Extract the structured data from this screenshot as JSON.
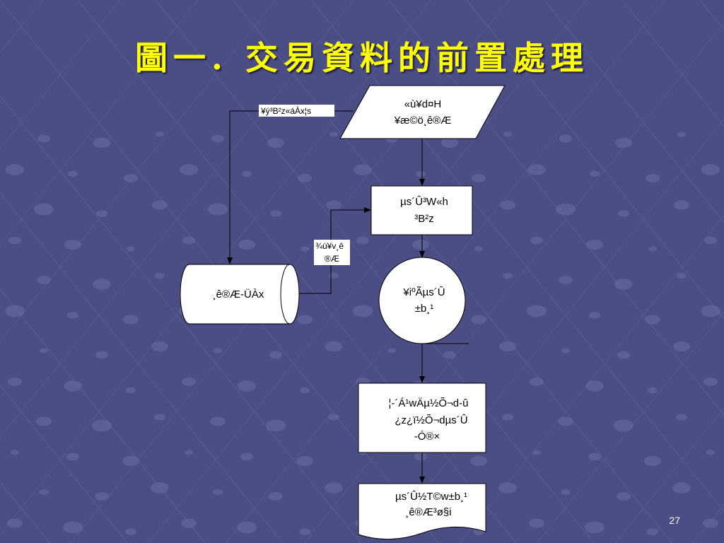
{
  "slide": {
    "title": "圖一.   交易資料的前置處理",
    "page_number": "27"
  },
  "flowchart": {
    "nodes": {
      "input": {
        "lines": [
          "«ù¥d¤H",
          "¥æ©ö¸ê®Æ"
        ]
      },
      "process1": {
        "lines": [
          "µs´Û³W«h",
          "³B²z"
        ]
      },
      "decision": {
        "lines": [
          "¥iºÃµs´Û",
          "±b¸¹"
        ]
      },
      "process2": {
        "lines": [
          "¦-´Á¹wÄµ½Õ¬d-û",
          "¿z¿ï½Õ¬dµs´Û",
          "-Ó®×"
        ]
      },
      "output": {
        "lines": [
          "µs´Û½T©w±b¸¹",
          "¸ê®Æ³ø§i"
        ]
      },
      "database": {
        "lines": [
          "¸ê®Æ-ÜÀx"
        ]
      }
    },
    "labels": {
      "top_left": "¥ý³B²z«áÀx¦s",
      "middle": [
        "¾ú¥v¸ê",
        "®Æ"
      ]
    }
  },
  "colors": {
    "background": "#4b4e84",
    "title": "#ffff00",
    "node_fill": "#ffffff",
    "line": "#000000"
  }
}
